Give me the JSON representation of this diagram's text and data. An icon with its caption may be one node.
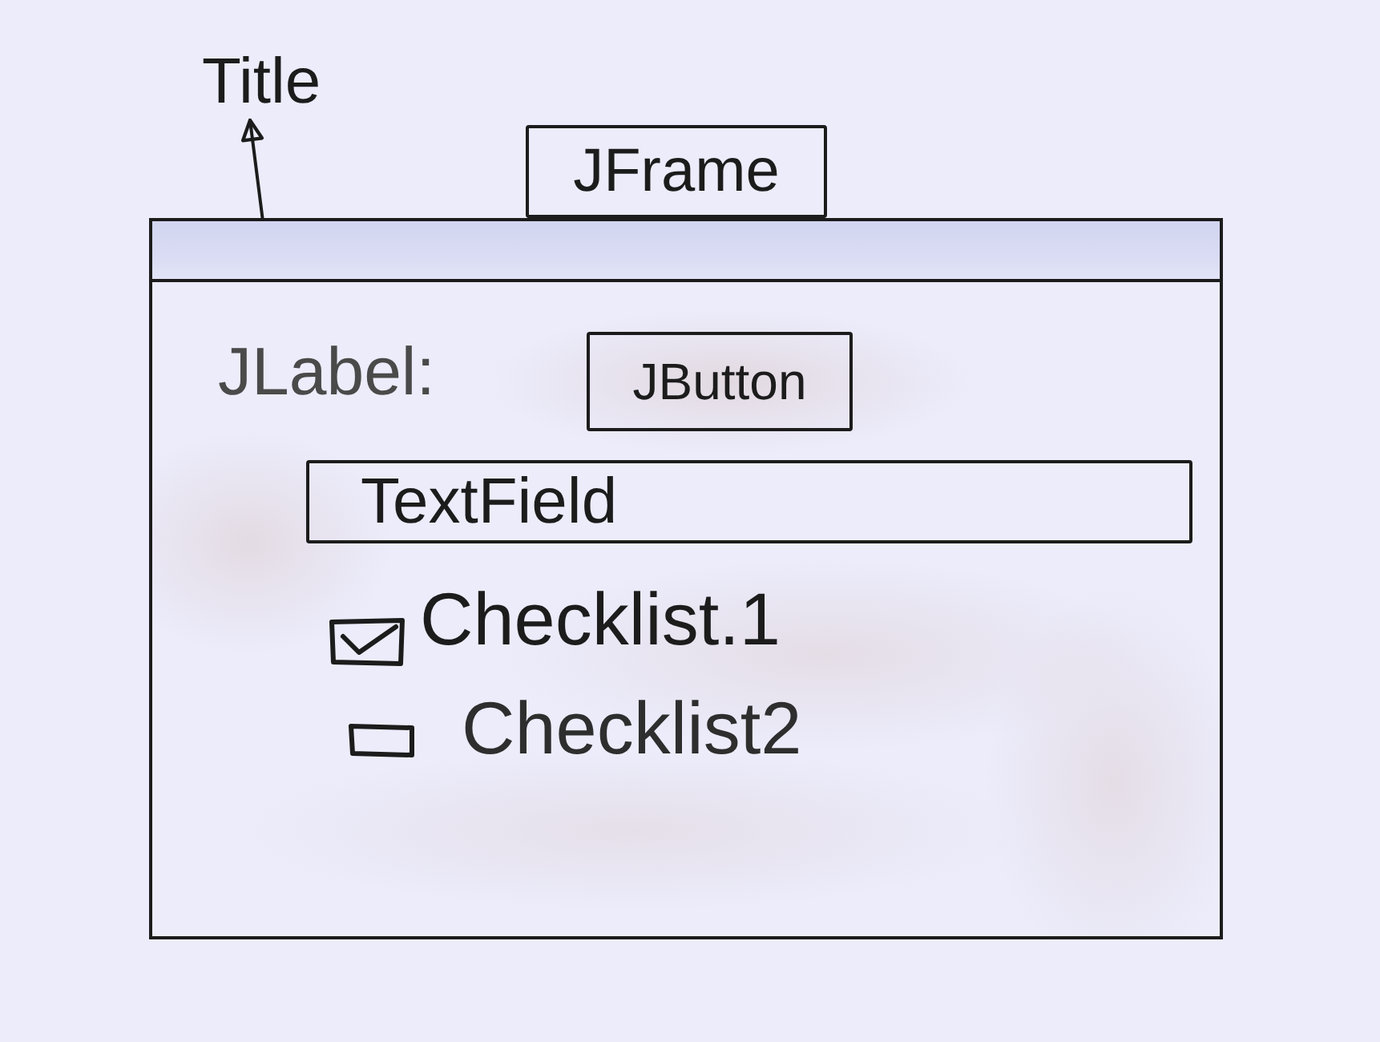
{
  "diagram": {
    "nodes": [
      {
        "text": [
          "Title"
        ]
      },
      {
        "text": [
          "JFrame"
        ]
      },
      {
        "text": [],
        "shape": "box"
      },
      {
        "text": [],
        "shape": "bar",
        "in": 2
      },
      {
        "text": [
          "JButton"
        ],
        "in": 2
      },
      {
        "text": [
          "TextField"
        ],
        "in": 2
      }
    ],
    "edges": [
      {
        "from": 3,
        "to": 0,
        "arrow": "to"
      }
    ],
    "labels": [
      "JLabel:",
      "Checklist.1",
      "Checklist2"
    ]
  }
}
